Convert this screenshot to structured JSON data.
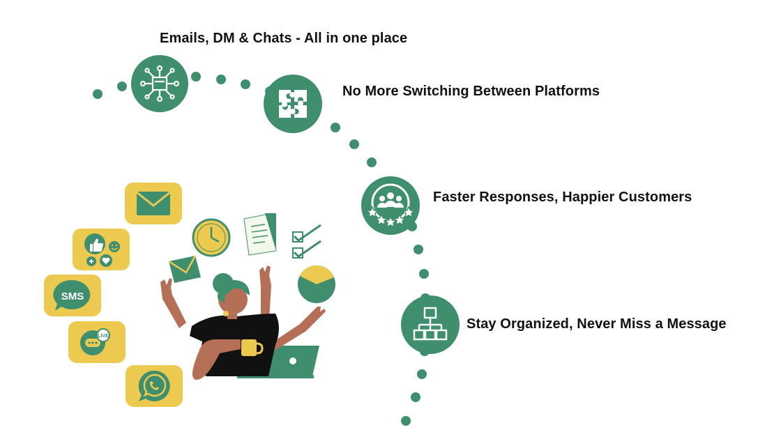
{
  "colors": {
    "green": "#3f8f6f",
    "yellow": "#ecc94f",
    "skin": "#b46f56",
    "black": "#111111"
  },
  "features": [
    {
      "label": "Emails, DM & Chats - All in one place",
      "icon": "network-hub-icon"
    },
    {
      "label": "No More Switching Between Platforms",
      "icon": "puzzle-icon"
    },
    {
      "label": "Faster Responses, Happier Customers",
      "icon": "customer-rating-icon"
    },
    {
      "label": "Stay Organized, Never Miss a Message",
      "icon": "org-chart-icon"
    }
  ],
  "channel_tiles": [
    {
      "icon": "email-icon"
    },
    {
      "icon": "social-reactions-icon"
    },
    {
      "icon": "sms-icon",
      "text": "SMS"
    },
    {
      "icon": "live-chat-icon",
      "text": "LIVE"
    },
    {
      "icon": "whatsapp-icon"
    }
  ],
  "illustration": {
    "subject": "multitasking-person"
  }
}
